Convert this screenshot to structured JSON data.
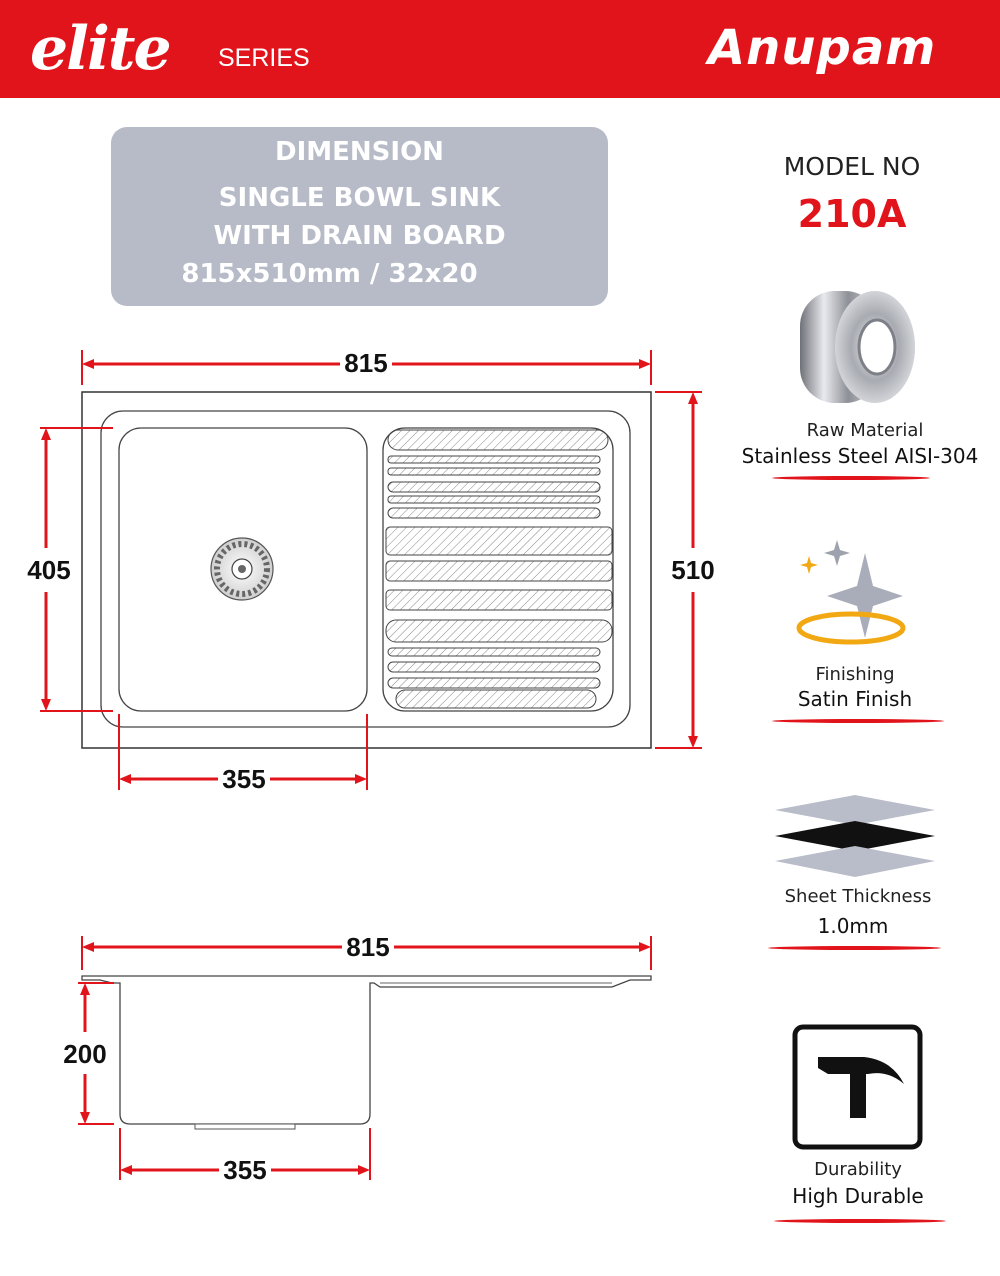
{
  "header": {
    "brand_left": "elite",
    "brand_series": "SERIES",
    "brand_right": "Anupam"
  },
  "dimension_box": {
    "title": "DIMENSION",
    "line1": "SINGLE BOWL SINK",
    "line2": "WITH DRAIN BOARD",
    "line3": "815x510mm / 32x20"
  },
  "model": {
    "label": "MODEL NO",
    "value": "210A"
  },
  "features": [
    {
      "label": "Raw Material",
      "value": "Stainless Steel AISI-304",
      "icon": "steel-coil-icon"
    },
    {
      "label": "Finishing",
      "value": "Satin Finish",
      "icon": "sparkle-icon"
    },
    {
      "label": "Sheet Thickness",
      "value": "1.0mm",
      "icon": "layers-icon"
    },
    {
      "label": "Durability",
      "value": "High Durable",
      "icon": "hammer-icon"
    }
  ],
  "top_view": {
    "width": "815",
    "depth": "510",
    "bowl_length": "405",
    "bowl_width": "355"
  },
  "side_view": {
    "width": "815",
    "height": "200",
    "bowl_width": "355"
  },
  "colors": {
    "accent": "#e2141b",
    "box": "#b7bbc8"
  }
}
